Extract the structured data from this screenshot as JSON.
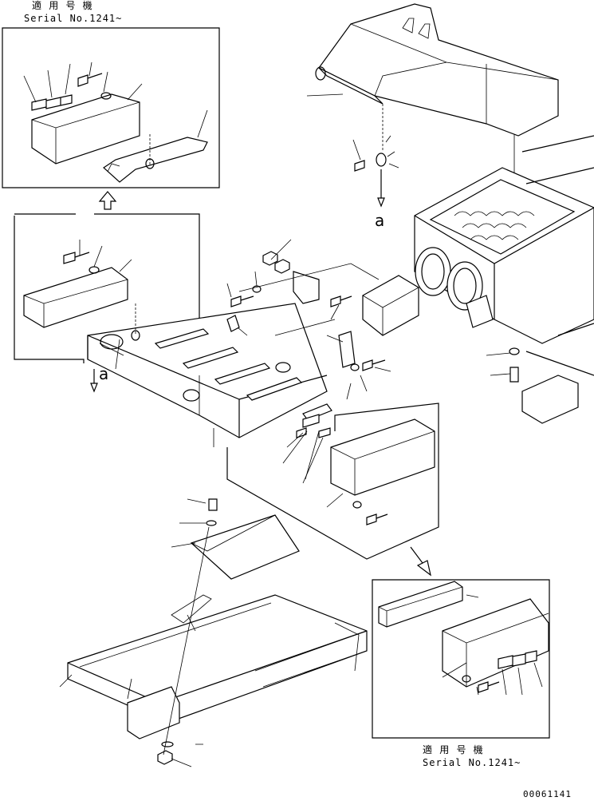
{
  "notes": {
    "top": {
      "applicable_jp": "適 用 号 機",
      "serial": "Serial No.1241~"
    },
    "bottom": {
      "applicable_jp": "適 用 号 機",
      "serial": "Serial No.1241~"
    }
  },
  "view_markers": [
    "a",
    "a"
  ],
  "drawing_number": "00061141"
}
